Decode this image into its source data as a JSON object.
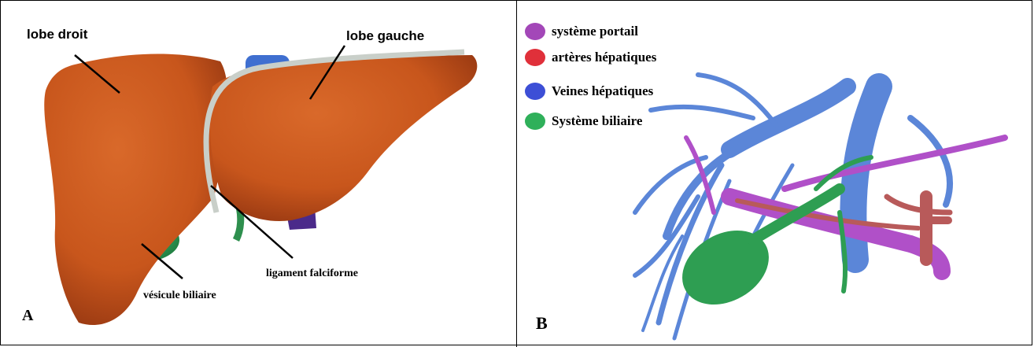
{
  "panel_a": {
    "letter": "A",
    "labels": {
      "lobe_droit": "lobe droit",
      "lobe_gauche": "lobe gauche",
      "ligament": "ligament falciforme",
      "vesicule": "vésicule biliaire"
    },
    "colors": {
      "liver": "#c8561c",
      "liver_dark": "#9e3a0e",
      "ligament": "#c9cfc9",
      "gallbladder": "#2fa35a",
      "vein_blue": "#3f6fd0",
      "vein_purple": "#4b2a8a"
    }
  },
  "panel_b": {
    "letter": "B",
    "legend": [
      {
        "label": "système portail",
        "color": "#a347b8"
      },
      {
        "label": "artères hépatiques",
        "color": "#e0303a"
      },
      {
        "label": "Veines hépatiques",
        "color": "#3d4fd6"
      },
      {
        "label": "Système biliaire",
        "color": "#2fb05a"
      }
    ],
    "colors": {
      "veins": "#5b86d8",
      "portal": "#b050c8",
      "arteries": "#b85a5a",
      "biliary": "#2e9e52"
    }
  }
}
